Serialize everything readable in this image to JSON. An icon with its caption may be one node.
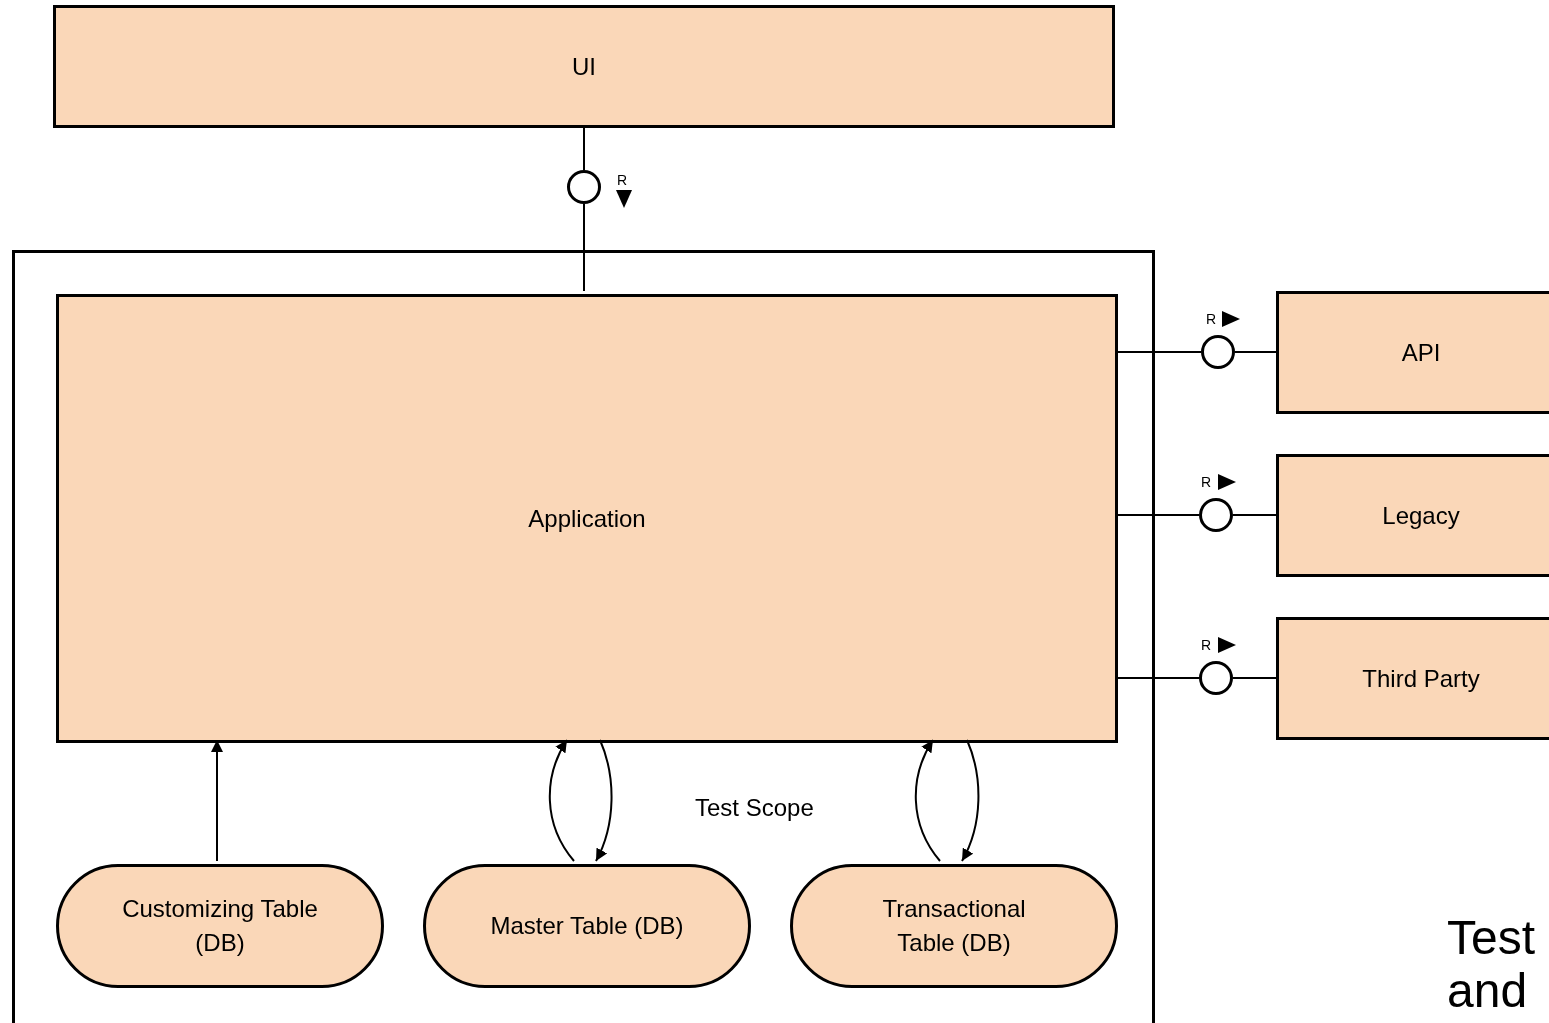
{
  "diagram": {
    "nodes": [
      {
        "text": [
          "UI"
        ]
      },
      {
        "text": [
          "Test Scope"
        ]
      },
      {
        "text": [
          "Application"
        ],
        "in": 1
      },
      {
        "text": [
          "API"
        ]
      },
      {
        "text": [
          "Legacy"
        ]
      },
      {
        "text": [
          "Third Party"
        ]
      },
      {
        "text": [
          "Customizing Table (DB)"
        ],
        "in": 1
      },
      {
        "text": [
          "Master Table (DB)"
        ],
        "in": 1
      },
      {
        "text": [
          "Transactional Table (DB)"
        ],
        "in": 1
      },
      {
        "text": [],
        "shape": "circle"
      },
      {
        "text": [],
        "shape": "circle"
      },
      {
        "text": [],
        "shape": "circle"
      },
      {
        "text": [],
        "shape": "circle"
      }
    ],
    "edges": [
      {
        "from": 0,
        "to": 9,
        "arrow": "none"
      },
      {
        "from": 9,
        "to": 2,
        "arrow": "none"
      },
      {
        "from": 2,
        "to": 10,
        "arrow": "none"
      },
      {
        "from": 10,
        "to": 3,
        "arrow": "none"
      },
      {
        "from": 2,
        "to": 11,
        "arrow": "none"
      },
      {
        "from": 11,
        "to": 4,
        "arrow": "none"
      },
      {
        "from": 2,
        "to": 12,
        "arrow": "none"
      },
      {
        "from": 12,
        "to": 5,
        "arrow": "none"
      },
      {
        "from": 6,
        "to": 2,
        "arrow": "to"
      },
      {
        "from": 7,
        "to": 2,
        "arrow": "to"
      },
      {
        "from": 2,
        "to": 7,
        "arrow": "to"
      },
      {
        "from": 8,
        "to": 2,
        "arrow": "to"
      },
      {
        "from": 2,
        "to": 8,
        "arrow": "to"
      }
    ],
    "labels": [
      "R",
      "R",
      "R",
      "R",
      "Test and"
    ]
  }
}
